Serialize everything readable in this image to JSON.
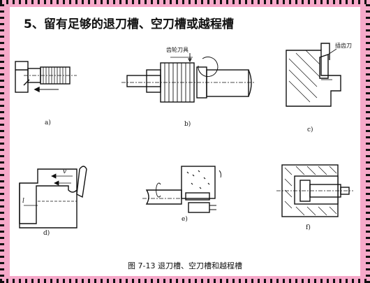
{
  "heading": "5、留有足够的退刀槽、空刀槽或越程槽",
  "caption": "图 7-13  退刀槽、空刀槽和越程槽",
  "panels": {
    "a": {
      "label": "a)"
    },
    "b": {
      "label": "b)",
      "tool_text": "齿轮刀具"
    },
    "c": {
      "label": "c)",
      "tool_text": "插齿刀"
    },
    "d": {
      "label": "d)",
      "speed_text": "v",
      "length_text": "l"
    },
    "e": {
      "label": "e)"
    },
    "f": {
      "label": "f)"
    }
  },
  "colors": {
    "frame": "#f6a9c9",
    "border_dash": "#111111",
    "ink": "#111111",
    "paper": "#ffffff"
  }
}
